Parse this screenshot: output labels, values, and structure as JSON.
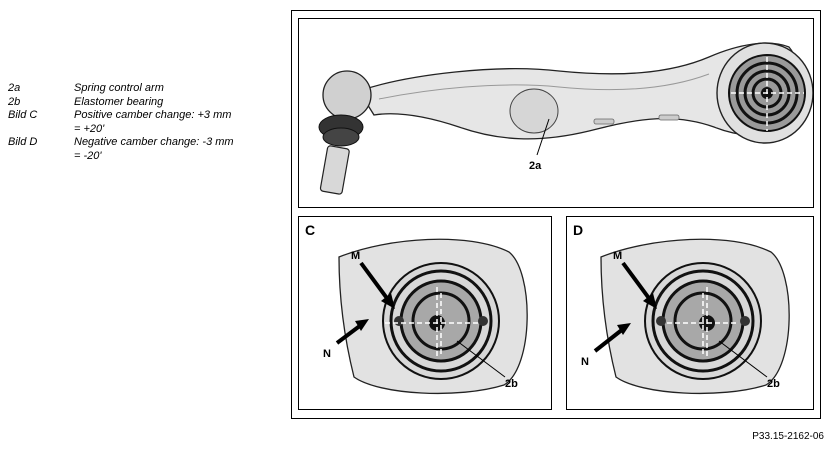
{
  "legend": [
    {
      "key": "2a",
      "text": "Spring control arm"
    },
    {
      "key": "2b",
      "text": "Elastomer bearing"
    },
    {
      "key": "Bild C",
      "text": "Positive camber change: +3 mm",
      "text2": "= +20'"
    },
    {
      "key": "Bild D",
      "text": "Negative camber change: -3 mm",
      "text2": "= -20'"
    }
  ],
  "diagram": {
    "top_label": "2a",
    "panel_c": {
      "letter": "C",
      "label_m": "M",
      "label_n": "N",
      "label_part": "2b"
    },
    "panel_d": {
      "letter": "D",
      "label_m": "M",
      "label_n": "N",
      "label_part": "2b"
    }
  },
  "reference": "P33.15-2162-06"
}
